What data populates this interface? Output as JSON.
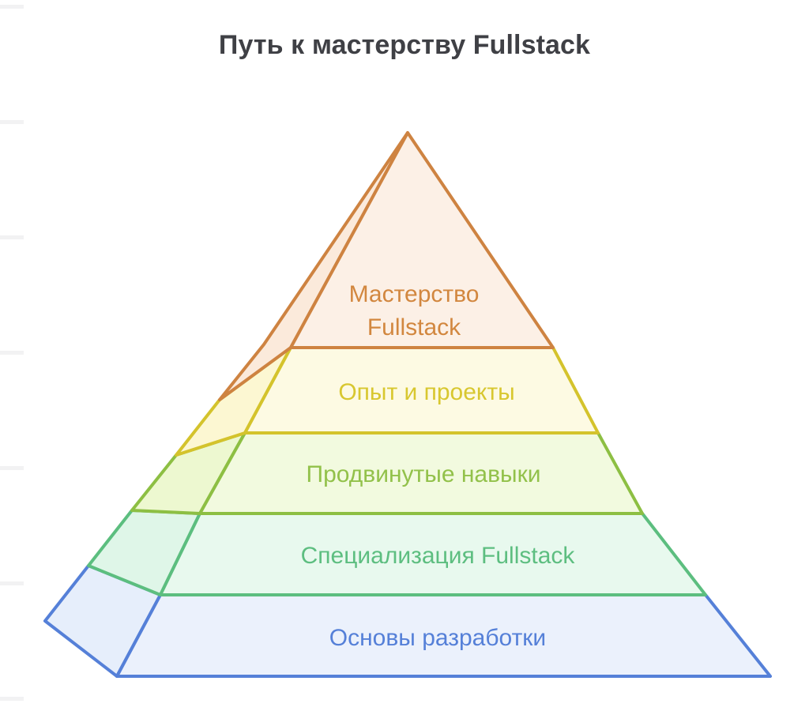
{
  "page": {
    "title": "Путь к мастерству Fullstack",
    "background_color": "#FFFFFF",
    "title_color": "#3F4045"
  },
  "chart_data": {
    "type": "pyramid",
    "title": "Путь к мастерству Fullstack",
    "orientation": "apex-up",
    "style": "3d-isometric-left-face",
    "level_count": 5,
    "levels": [
      {
        "rank": 1,
        "position": "top",
        "label": "Мастерство Fullstack",
        "label_lines": [
          "Мастерство",
          "Fullstack"
        ],
        "stroke_color": "#CE8341",
        "fill_color": "#FCF0E6",
        "side_fill_color": "#FBEADB",
        "text_color": "#D2873F"
      },
      {
        "rank": 2,
        "position": "second",
        "label": "Опыт и проекты",
        "label_lines": [
          "Опыт и проекты"
        ],
        "stroke_color": "#D4C32C",
        "fill_color": "#FDFAE3",
        "side_fill_color": "#FCF7D2",
        "text_color": "#D8C72F"
      },
      {
        "rank": 3,
        "position": "middle",
        "label": "Продвинутые навыки",
        "label_lines": [
          "Продвинутые навыки"
        ],
        "stroke_color": "#8DBF43",
        "fill_color": "#F2FADF",
        "side_fill_color": "#EDF8D0",
        "text_color": "#92C14A"
      },
      {
        "rank": 4,
        "position": "fourth",
        "label": "Специализация Fullstack",
        "label_lines": [
          "Специализация Fullstack"
        ],
        "stroke_color": "#5CBE7F",
        "fill_color": "#E8F9EE",
        "side_fill_color": "#DFF6E8",
        "text_color": "#5DBE80"
      },
      {
        "rank": 5,
        "position": "base",
        "label": "Основы разработки",
        "label_lines": [
          "Основы разработки"
        ],
        "stroke_color": "#5580D8",
        "fill_color": "#EBF1FC",
        "side_fill_color": "#E6EEFB",
        "text_color": "#5580D8"
      }
    ]
  }
}
